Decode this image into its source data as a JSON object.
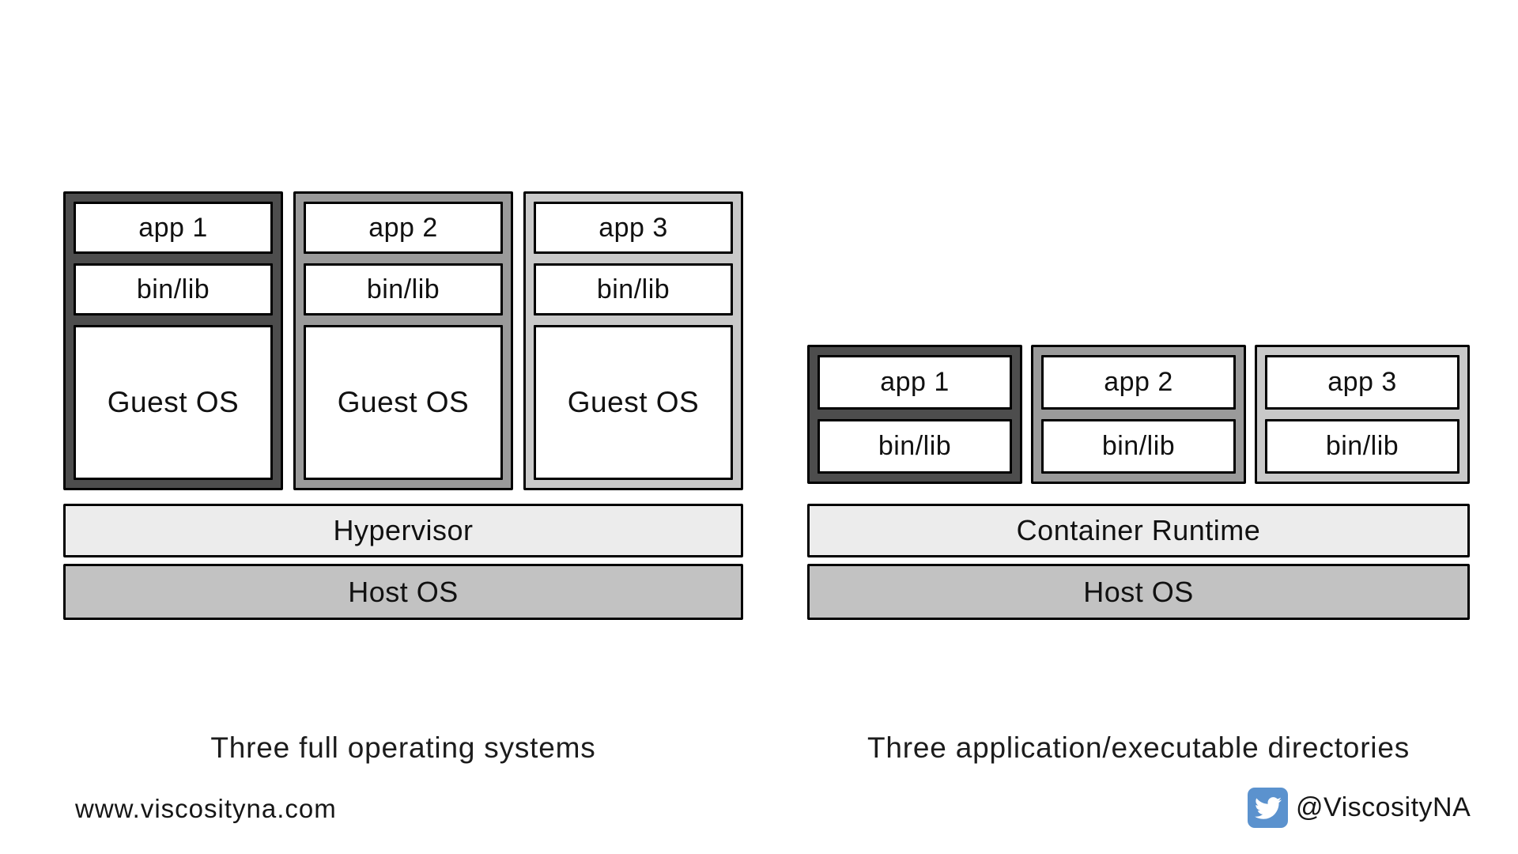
{
  "left_diagram": {
    "stacks": [
      {
        "shade": "#4d4d4d",
        "app_label": "app 1",
        "binlib_label": "bin/lib",
        "os_label": "Guest OS"
      },
      {
        "shade": "#9a9a9a",
        "app_label": "app 2",
        "binlib_label": "bin/lib",
        "os_label": "Guest OS"
      },
      {
        "shade": "#c9c9c9",
        "app_label": "app 3",
        "binlib_label": "bin/lib",
        "os_label": "Guest OS"
      }
    ],
    "hypervisor_label": "Hypervisor",
    "host_os_label": "Host OS",
    "caption": "Three full operating systems"
  },
  "right_diagram": {
    "stacks": [
      {
        "shade": "#4d4d4d",
        "app_label": "app 1",
        "binlib_label": "bin/lib"
      },
      {
        "shade": "#9a9a9a",
        "app_label": "app 2",
        "binlib_label": "bin/lib"
      },
      {
        "shade": "#c9c9c9",
        "app_label": "app 3",
        "binlib_label": "bin/lib"
      }
    ],
    "runtime_label": "Container Runtime",
    "host_os_label": "Host OS",
    "caption": "Three application/executable directories"
  },
  "footer": {
    "website": "www.viscosityna.com",
    "twitter_handle": "@ViscosityNA",
    "twitter_icon": "twitter-bird-icon",
    "twitter_icon_color": "#5b92ce"
  },
  "colors": {
    "frame_dark": "#4d4d4d",
    "frame_medium": "#9a9a9a",
    "frame_light": "#c9c9c9",
    "hypervisor_fill": "#ececec",
    "runtime_fill": "#ececec",
    "host_os_fill": "#c2c2c2",
    "box_fill": "#ffffff",
    "border": "#000000"
  }
}
